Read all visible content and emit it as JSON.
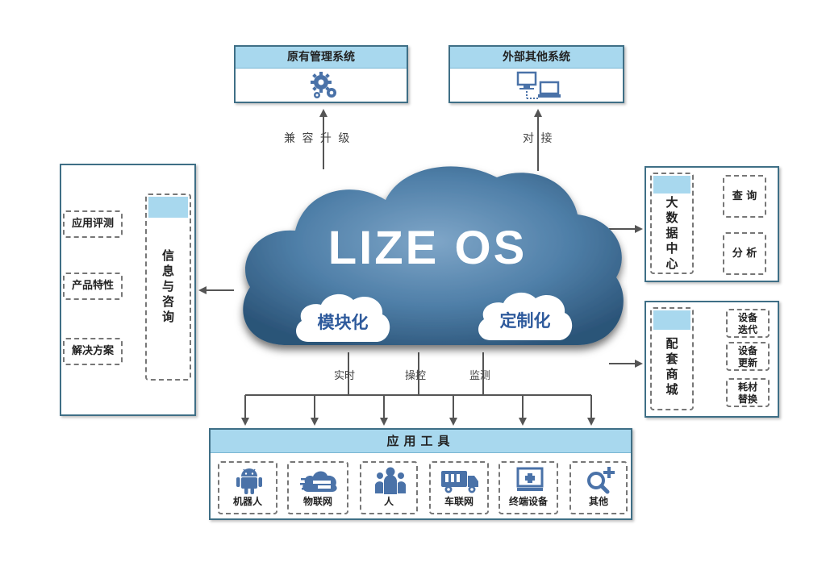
{
  "top_left_box": {
    "title": "原有管理系统",
    "icon": "gears-icon"
  },
  "top_right_box": {
    "title": "外部其他系统",
    "icon": "computers-icon"
  },
  "conn_top_left": "兼 容  升 级",
  "conn_top_right": "对 接",
  "cloud": {
    "title": "LIZE OS",
    "bubble_left": "模块化",
    "bubble_right": "定制化"
  },
  "left_panel": {
    "center_lines": [
      "信",
      "息",
      "与",
      "咨",
      "询"
    ],
    "items": [
      "应用评测",
      "产品特性",
      "解决方案"
    ]
  },
  "right_panel_1": {
    "center_lines": [
      "大",
      "数",
      "据",
      "中",
      "心"
    ],
    "items": [
      "查 询",
      "分 析"
    ]
  },
  "right_panel_2": {
    "center_lines": [
      "配",
      "套",
      "商",
      "城"
    ],
    "items": [
      [
        "设备",
        "迭代"
      ],
      [
        "设备",
        "更新"
      ],
      [
        "耗材",
        "替换"
      ]
    ]
  },
  "bottom_labels": [
    "实时",
    "操控",
    "监测"
  ],
  "tools": {
    "title": "应用工具",
    "items": [
      {
        "label": "机器人",
        "icon": "android-robot-icon"
      },
      {
        "label": "物联网",
        "icon": "cloud-network-icon"
      },
      {
        "label": "人",
        "icon": "people-icon"
      },
      {
        "label": "车联网",
        "icon": "truck-icon"
      },
      {
        "label": "终端设备",
        "icon": "terminal-device-icon"
      },
      {
        "label": "其他",
        "icon": "search-plus-icon"
      }
    ]
  },
  "colors": {
    "accent": "#a8d8ee",
    "cloud": "#4f7fa8",
    "border": "#3f6f86"
  }
}
